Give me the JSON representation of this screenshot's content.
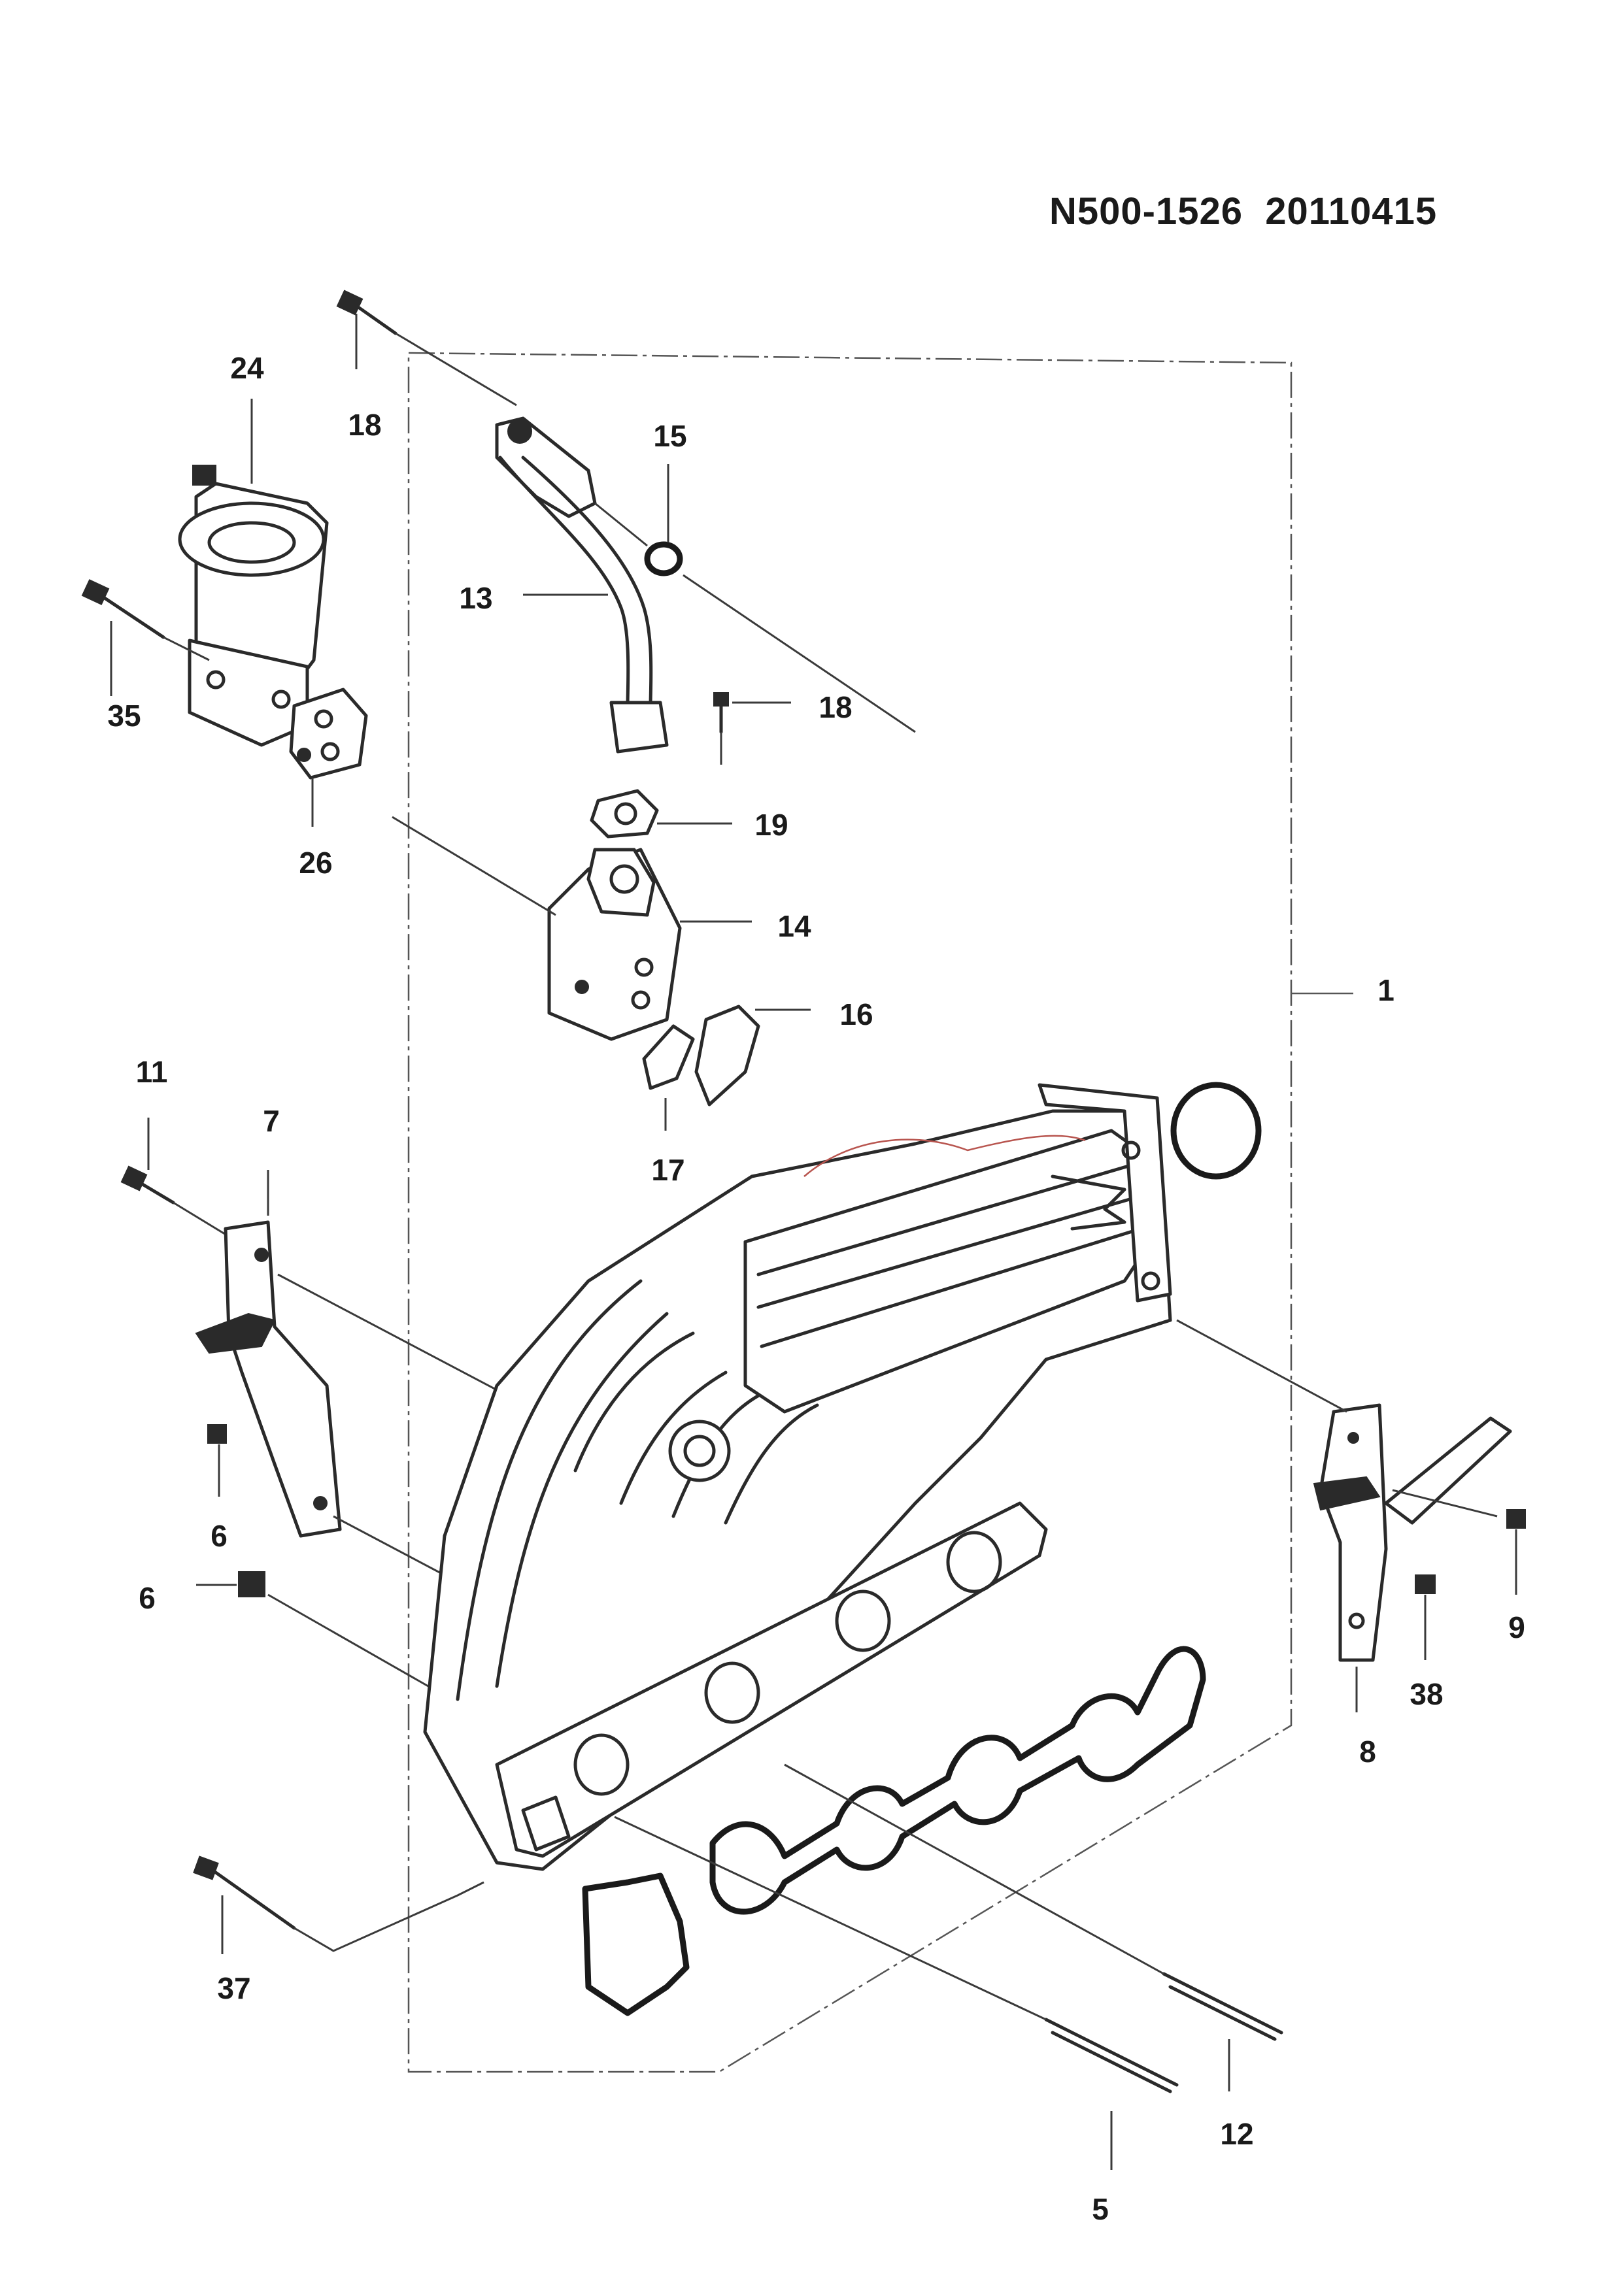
{
  "header": {
    "code": "N500-1526  20110415"
  },
  "callouts": [
    {
      "id": "c1",
      "label": "1"
    },
    {
      "id": "c5",
      "label": "5"
    },
    {
      "id": "c6a",
      "label": "6"
    },
    {
      "id": "c6b",
      "label": "6"
    },
    {
      "id": "c7",
      "label": "7"
    },
    {
      "id": "c8",
      "label": "8"
    },
    {
      "id": "c9",
      "label": "9"
    },
    {
      "id": "c11",
      "label": "11"
    },
    {
      "id": "c12",
      "label": "12"
    },
    {
      "id": "c13",
      "label": "13"
    },
    {
      "id": "c14",
      "label": "14"
    },
    {
      "id": "c15",
      "label": "15"
    },
    {
      "id": "c16",
      "label": "16"
    },
    {
      "id": "c17",
      "label": "17"
    },
    {
      "id": "c18a",
      "label": "18"
    },
    {
      "id": "c18b",
      "label": "18"
    },
    {
      "id": "c19",
      "label": "19"
    },
    {
      "id": "c24",
      "label": "24"
    },
    {
      "id": "c26",
      "label": "26"
    },
    {
      "id": "c35",
      "label": "35"
    },
    {
      "id": "c37",
      "label": "37"
    },
    {
      "id": "c38",
      "label": "38"
    }
  ]
}
